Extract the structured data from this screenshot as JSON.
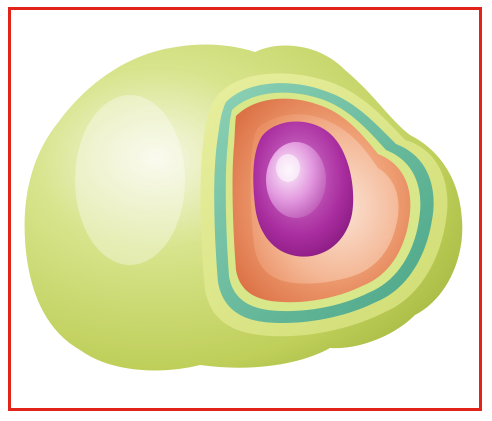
{
  "figure": {
    "frame_color": "#e2231a",
    "layers": [
      {
        "name": "outer-layer",
        "color": "#cddc72"
      },
      {
        "name": "thin-yellow-layer",
        "color": "#e3ec8e"
      },
      {
        "name": "teal-layer",
        "color": "#5fb89d"
      },
      {
        "name": "orange-layer",
        "color": "#e9895c"
      },
      {
        "name": "peach-layer",
        "color": "#f3b596"
      },
      {
        "name": "purple-core",
        "color": "#a6279a"
      },
      {
        "name": "inner-core",
        "color": "#d88cd2"
      }
    ]
  }
}
